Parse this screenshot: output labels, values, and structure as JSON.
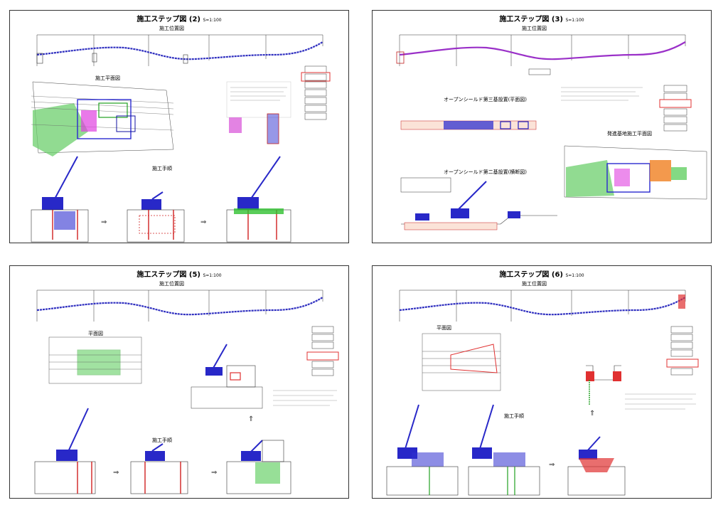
{
  "sheets": [
    {
      "title": "施工ステップ図 (2)",
      "scale": "S=1:100",
      "labels": [
        "施工位置図",
        "施工平面図",
        "施工手順"
      ]
    },
    {
      "title": "施工ステップ図 (3)",
      "scale": "S=1:100",
      "labels": [
        "施工位置図",
        "オープンシールド第三基設置(平面図)",
        "オープンシールド第二基設置(横断図)",
        "発進基地施工平面図"
      ]
    },
    {
      "title": "施工ステップ図 (5)",
      "scale": "S=1:100",
      "labels": [
        "施工位置図",
        "平面図",
        "施工手順"
      ]
    },
    {
      "title": "施工ステップ図 (6)",
      "scale": "S=1:100",
      "labels": [
        "施工位置図",
        "平面図",
        "施工手順"
      ]
    }
  ]
}
